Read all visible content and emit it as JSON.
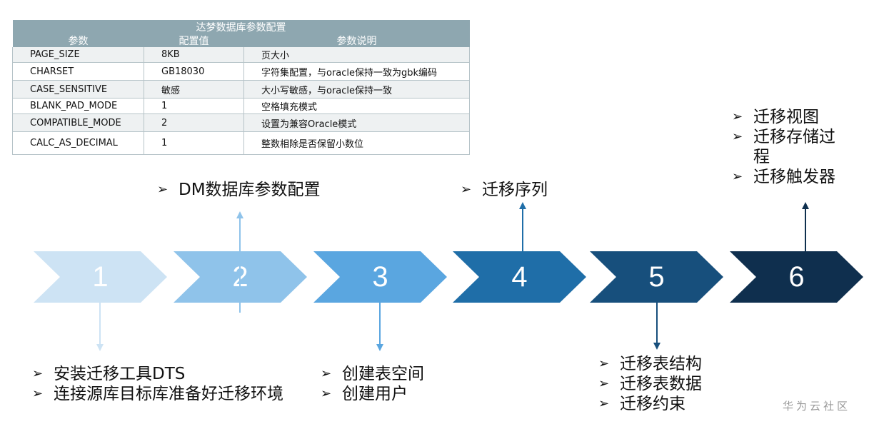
{
  "table": {
    "title": "达梦数据库参数配置",
    "headers": [
      "参数",
      "配置值",
      "参数说明"
    ],
    "rows": [
      [
        "PAGE_SIZE",
        "8KB",
        "页大小"
      ],
      [
        "CHARSET",
        "GB18030",
        "字符集配置，与oracle保持一致为gbk编码"
      ],
      [
        "CASE_SENSITIVE",
        "敏感",
        "大小写敏感，与oracle保持一致"
      ],
      [
        "BLANK_PAD_MODE",
        "1",
        "空格填充模式"
      ],
      [
        "COMPATIBLE_MODE",
        "2",
        "设置为兼容Oracle模式"
      ],
      [
        "CALC_AS_DECIMAL",
        "1",
        "整数相除是否保留小数位"
      ]
    ]
  },
  "steps": [
    {
      "num": "1",
      "color": "#cde3f4"
    },
    {
      "num": "2",
      "color": "#8fc3ea"
    },
    {
      "num": "3",
      "color": "#5aa6e0"
    },
    {
      "num": "4",
      "color": "#1f6ea8"
    },
    {
      "num": "5",
      "color": "#174f7c"
    },
    {
      "num": "6",
      "color": "#0f2f4e"
    }
  ],
  "labels": {
    "step1": [
      "安装迁移工具DTS",
      "连接源库目标库准备好迁移环境"
    ],
    "step2": [
      "DM数据库参数配置"
    ],
    "step3": [
      "创建表空间",
      "创建用户"
    ],
    "step4": [
      "迁移序列"
    ],
    "step5": [
      "迁移表结构",
      "迁移表数据",
      "迁移约束"
    ],
    "step6": [
      "迁移视图",
      "迁移存储过",
      "程",
      "迁移触发器"
    ]
  },
  "bullet_mark": "➢",
  "watermark": "华为云社区"
}
